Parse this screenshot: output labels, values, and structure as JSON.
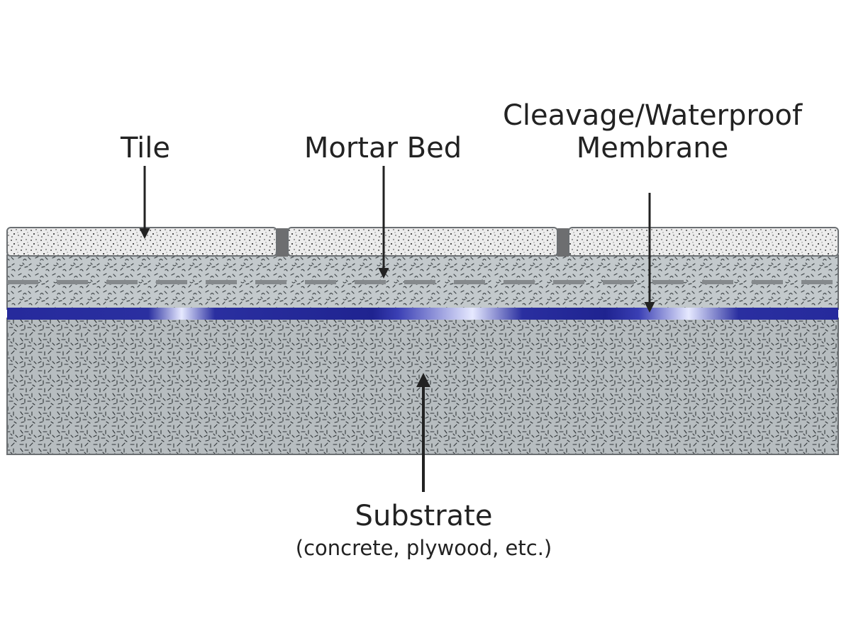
{
  "labels": {
    "tile": "Tile",
    "mortar_bed": "Mortar Bed",
    "membrane_line1": "Cleavage/Waterproof",
    "membrane_line2": "Membrane",
    "substrate": "Substrate",
    "substrate_note": "(concrete, plywood, etc.)"
  },
  "colors": {
    "tile_fill": "#ececec",
    "grout": "#6d6e70",
    "mortar_fill": "#bfc6c8",
    "substrate_fill": "#b6bcbf",
    "membrane": "#2a2fa0",
    "membrane_highlight": "#e6e9ff",
    "outline": "#6b6f72",
    "arrow": "#222222",
    "reinforcement": "#85898c"
  }
}
